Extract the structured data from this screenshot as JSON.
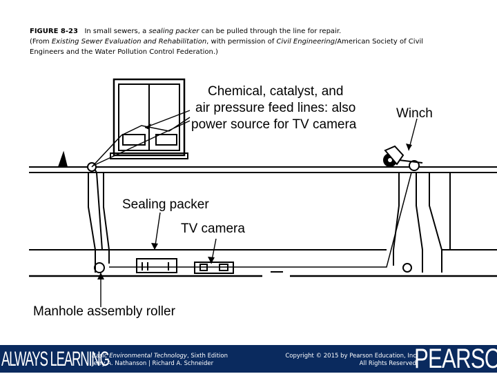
{
  "caption": {
    "figure_number": "FIGURE 8-23",
    "text_a": "In small sewers, a ",
    "text_b": "sealing packer",
    "text_c": " can be pulled through the line for repair.",
    "line2_a": "(From ",
    "line2_b": "Existing Sewer Evaluation and Rehabilitation",
    "line2_c": ", with permission of ",
    "line2_d": "Civil Engineering",
    "line2_e": "/American Society of Civil",
    "line3": "Engineers and the Water Pollution Control Federation.)"
  },
  "labels": {
    "feed_line1": "Chemical, catalyst, and",
    "feed_line2": "air pressure feed lines: also",
    "feed_line3": "power source for TV camera",
    "winch": "Winch",
    "sealing_packer": "Sealing packer",
    "tv_camera": "TV camera",
    "roller": "Manhole assembly roller"
  },
  "footer": {
    "brand_left": "ALWAYS LEARNING",
    "book_title": "Basic Environmental Technology",
    "book_edition": ", Sixth Edition",
    "authors": "Jerry A. Nathanson | Richard A. Schneider",
    "copyright_line1": "Copyright © 2015 by Pearson Education, Inc",
    "copyright_line2": "All Rights Reserved",
    "brand_right": "PEARSON"
  },
  "colors": {
    "footer_bg": "#0a2a5e",
    "ink": "#000000"
  }
}
